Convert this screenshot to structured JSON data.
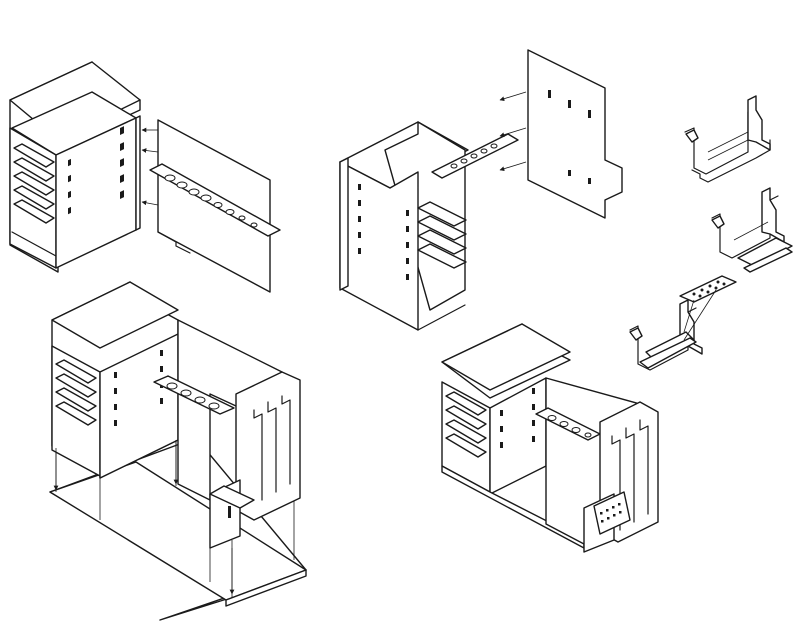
{
  "diagram": {
    "type": "isometric exploded assembly drawing",
    "stroke_color": "#1a1a1a",
    "background_color": "#ffffff",
    "views": [
      {
        "name": "drawer-cabinet-with-holed-panel-exploded",
        "arrows": 3
      },
      {
        "name": "cabinet-with-side-panel-exploded",
        "arrows": 3
      },
      {
        "name": "clip-brackets-exploded",
        "parts": 4
      },
      {
        "name": "full-organizer-with-base-exploded",
        "arrows": 6
      },
      {
        "name": "assembled-organizer"
      }
    ]
  }
}
